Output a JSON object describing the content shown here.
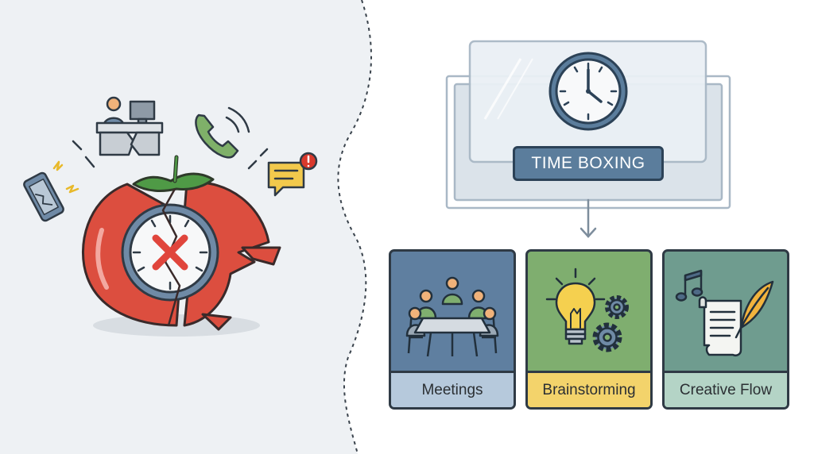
{
  "time_boxing": {
    "label": "TIME BOXING"
  },
  "activities": [
    {
      "label": "Meetings"
    },
    {
      "label": "Brainstorming"
    },
    {
      "label": "Creative Flow"
    }
  ],
  "colors": {
    "left_background": "#eef1f4",
    "tomato": "#dc4e3f",
    "leaf": "#4f9a46",
    "cross": "#e0453c",
    "frame_blue": "#5b7d9c",
    "meetings": "#5f7fa0",
    "brainstorming": "#7fae6f",
    "creative_flow": "#6f9c8f",
    "alert": "#d9392c",
    "message": "#f2c94c"
  },
  "icons": {
    "left": [
      "broken-tomato-timer-icon",
      "x-mark-icon",
      "worker-at-desk-icon",
      "ringing-phone-icon",
      "alert-message-icon",
      "broken-smartphone-icon"
    ],
    "right": [
      "clock-icon",
      "down-arrow-icon",
      "meeting-table-icon",
      "lightbulb-icon",
      "gears-icon",
      "music-note-icon",
      "quill-scroll-icon"
    ]
  }
}
